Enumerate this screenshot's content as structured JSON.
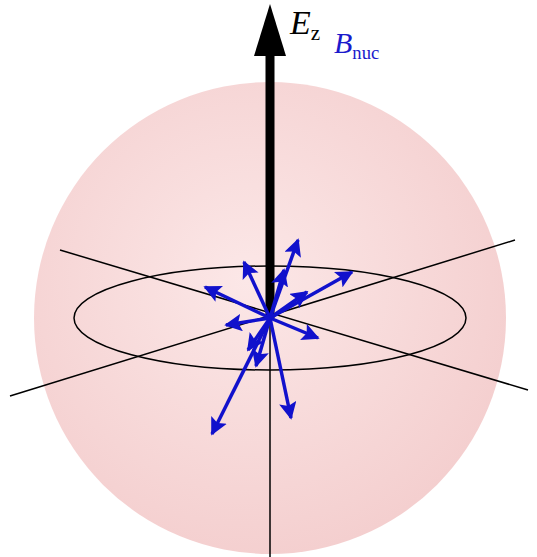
{
  "diagram": {
    "labels": [
      "E",
      "z",
      "B",
      "nuc"
    ]
  }
}
